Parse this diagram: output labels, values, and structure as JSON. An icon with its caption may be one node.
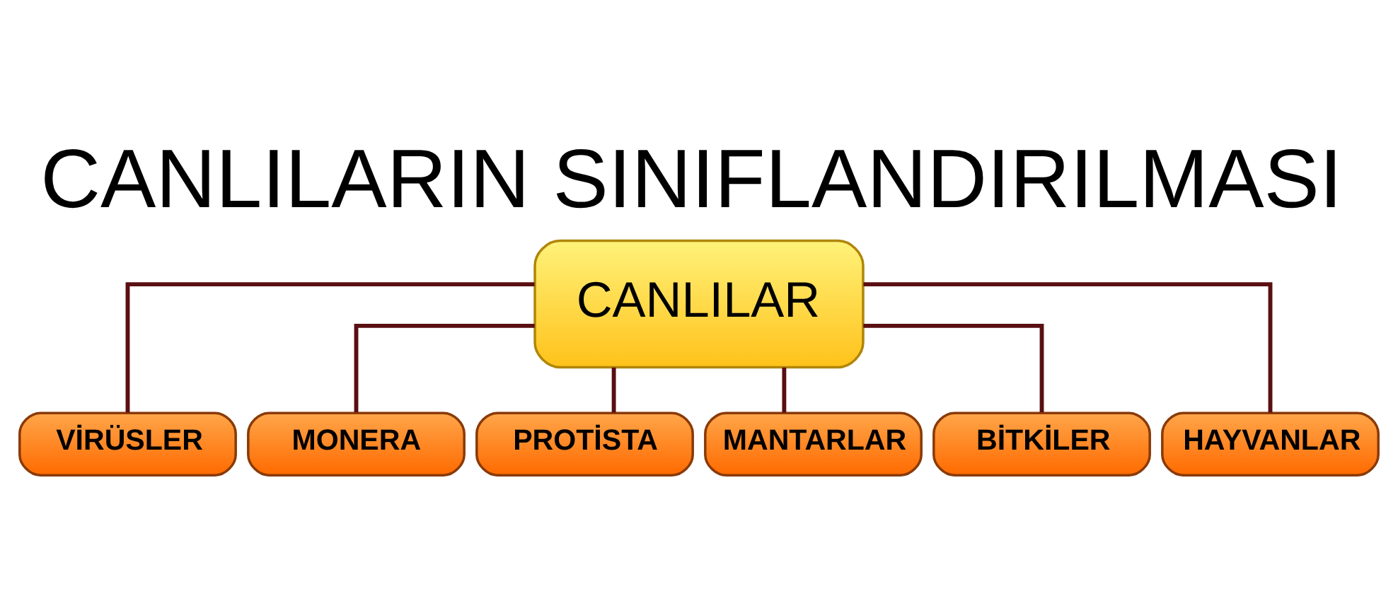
{
  "diagram": {
    "title": "CANLILARIN SINIFLANDIRILMASI",
    "nodes": [
      {
        "text": [
          "CANLILAR"
        ]
      },
      {
        "text": [
          "VİRÜSLER"
        ]
      },
      {
        "text": [
          "MONERA"
        ]
      },
      {
        "text": [
          "PROTİSTA"
        ]
      },
      {
        "text": [
          "MANTARLAR"
        ]
      },
      {
        "text": [
          "BİTKİLER"
        ]
      },
      {
        "text": [
          "HAYVANLAR"
        ]
      }
    ],
    "edges": [
      {
        "from": 0,
        "to": 1,
        "arrow": "none"
      },
      {
        "from": 0,
        "to": 2,
        "arrow": "none"
      },
      {
        "from": 0,
        "to": 3,
        "arrow": "none"
      },
      {
        "from": 0,
        "to": 4,
        "arrow": "none"
      },
      {
        "from": 0,
        "to": 5,
        "arrow": "none"
      },
      {
        "from": 0,
        "to": 6,
        "arrow": "none"
      }
    ]
  }
}
